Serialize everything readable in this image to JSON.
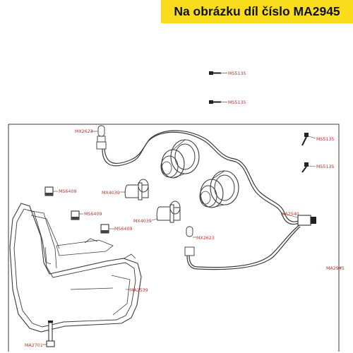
{
  "banner": {
    "text": "Na obrázku díl číslo MA2945"
  },
  "colors": {
    "banner_bg": "#f9dd1c",
    "label": "#c0322b",
    "line": "#2a2a2a"
  },
  "parts": [
    {
      "code": "MS5135"
    },
    {
      "code": "MS5135"
    },
    {
      "code": "MX2623"
    },
    {
      "code": "MS5135"
    },
    {
      "code": "MS5135"
    },
    {
      "code": "MS6409"
    },
    {
      "code": "MX4039"
    },
    {
      "code": "MA2540"
    },
    {
      "code": "MS6409"
    },
    {
      "code": "MX4039"
    },
    {
      "code": "MS6409"
    },
    {
      "code": "MX2623"
    },
    {
      "code": "MA2945"
    },
    {
      "code": "MA2539"
    },
    {
      "code": "MA2701"
    }
  ]
}
